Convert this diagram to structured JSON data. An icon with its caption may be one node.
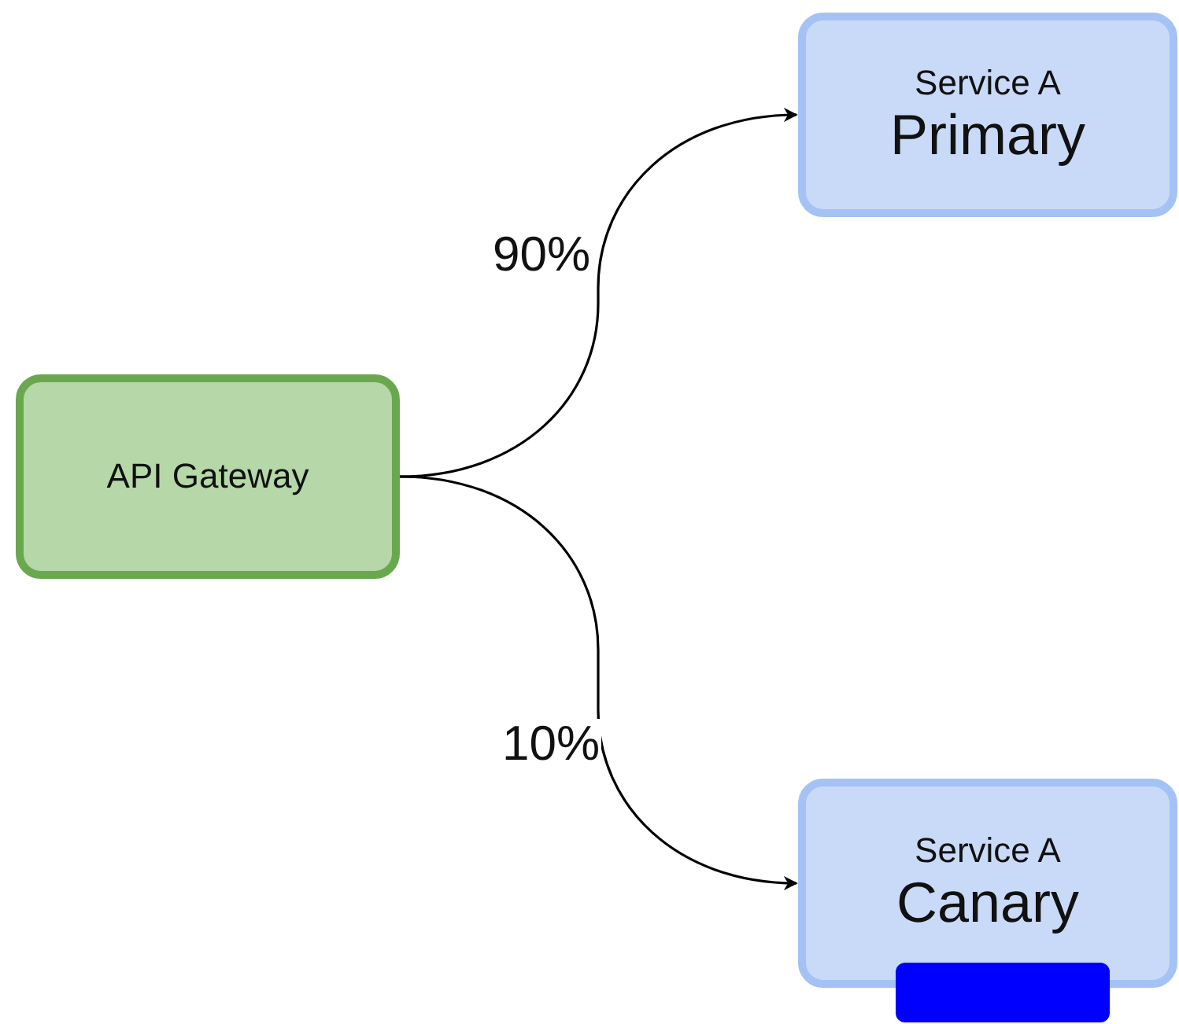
{
  "diagram": {
    "nodes": [
      {
        "text": [
          "API Gateway"
        ]
      },
      {
        "text": [
          "Service A",
          "Primary"
        ]
      },
      {
        "text": [
          "Service A",
          "Canary"
        ]
      },
      {
        "text": [],
        "shape": "bar"
      }
    ],
    "edges": [
      {
        "from": 0,
        "to": 1,
        "arrow": "to",
        "label": "90%"
      },
      {
        "from": 0,
        "to": 2,
        "arrow": "to",
        "label": "10%"
      }
    ]
  }
}
